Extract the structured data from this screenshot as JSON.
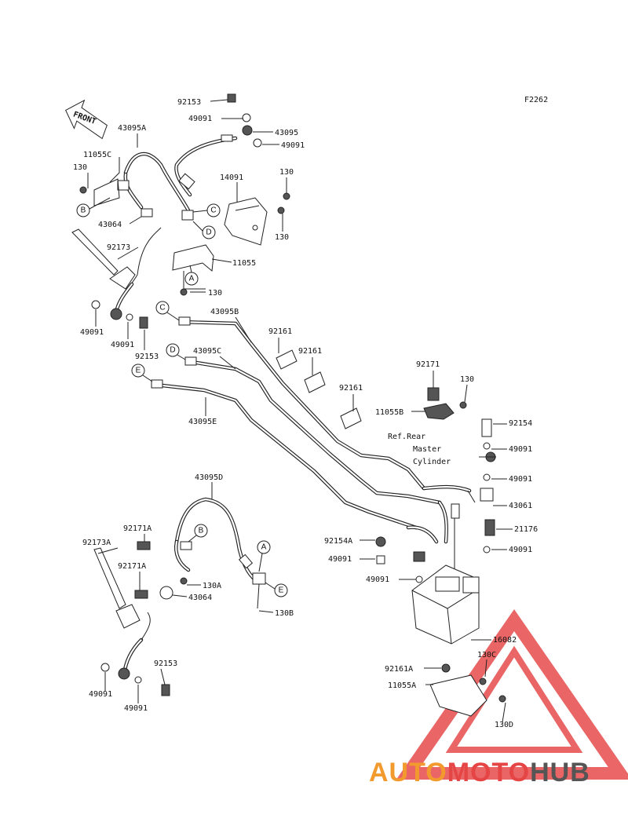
{
  "figure_code": "F2262",
  "front_arrow_label": "FRONT",
  "ref_note": [
    "Ref.Rear",
    "Master",
    "Cylinder"
  ],
  "part_labels": [
    "92153",
    "49091",
    "43095",
    "49091",
    "43095A",
    "11055C",
    "130",
    "43064",
    "92173",
    "14091",
    "130",
    "130",
    "11055",
    "130",
    "49091",
    "49091",
    "92153",
    "43095B",
    "43095C",
    "43095E",
    "92161",
    "92161",
    "92161",
    "92171",
    "130",
    "11055B",
    "92154",
    "49091",
    "49091",
    "43061",
    "21176",
    "49091",
    "92154A",
    "49091",
    "49091",
    "43095D",
    "92171A",
    "92173A",
    "92171A",
    "130A",
    "43064",
    "130B",
    "16082",
    "130C",
    "92161A",
    "11055A",
    "130D",
    "92153",
    "49091",
    "49091"
  ],
  "callouts": [
    "C",
    "D",
    "B",
    "A",
    "C",
    "D",
    "E",
    "B",
    "A",
    "E"
  ],
  "watermark": {
    "part1": "AUTO",
    "part2": "MOTO",
    "part3": "HUB",
    "color_primary": "#f29a2e",
    "color_secondary": "#e64545",
    "color_tertiary": "#555555"
  }
}
